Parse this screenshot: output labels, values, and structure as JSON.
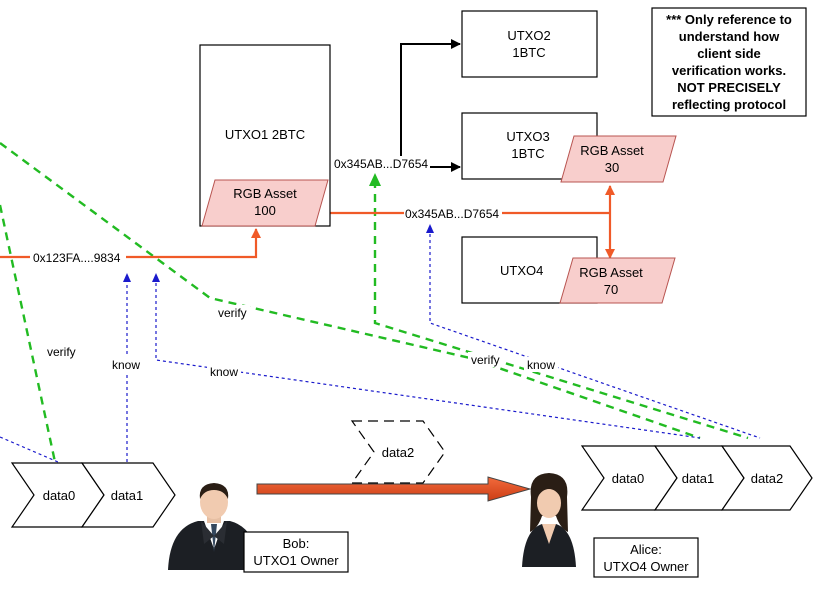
{
  "utxo1": {
    "label": "UTXO1 2BTC",
    "asset_label": "RGB Asset",
    "asset_amount": "100"
  },
  "utxo2": {
    "line1": "UTXO2",
    "line2": "1BTC"
  },
  "utxo3": {
    "line1": "UTXO3",
    "line2": "1BTC",
    "asset_label": "RGB Asset",
    "asset_amount": "30"
  },
  "utxo4": {
    "label": "UTXO4",
    "asset_label": "RGB Asset",
    "asset_amount": "70"
  },
  "note": [
    "*** Only reference to",
    "understand how",
    "client side",
    "verification works.",
    "NOT PRECISELY",
    "reflecting protocol"
  ],
  "tx_labels": {
    "tx1": "0x123FA....9834",
    "tx2a": "0x345AB...D7654",
    "tx2b": "0x345AB...D7654"
  },
  "edge_labels": {
    "verify_left": "verify",
    "know_left": "know",
    "verify_mid": "verify",
    "know_mid": "know",
    "verify_right": "verify",
    "know_right": "know"
  },
  "bob_chain": [
    "data0",
    "data1"
  ],
  "alice_chain": [
    "data0",
    "data1",
    "data2"
  ],
  "transfer_data": "data2",
  "bob": {
    "line1": "Bob:",
    "line2": "UTXO1 Owner"
  },
  "alice": {
    "line1": "Alice:",
    "line2": "UTXO4 Owner"
  },
  "colors": {
    "orange": "#f05a28",
    "green": "#22bb22",
    "blue": "#1a1acc",
    "asset_fill": "#f8cecc",
    "asset_stroke": "#b85450"
  }
}
